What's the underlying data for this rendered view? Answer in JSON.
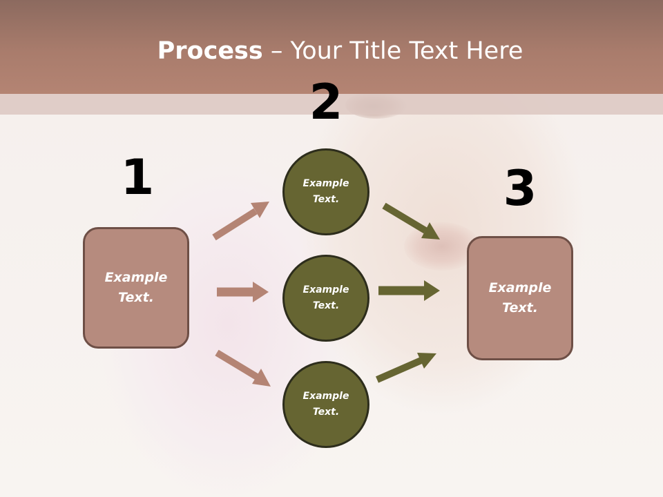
{
  "title": {
    "bold": "Process",
    "rest": " – Your Title Text Here"
  },
  "steps": {
    "one": {
      "number": "1",
      "label": "Example Text."
    },
    "two": {
      "number": "2",
      "labels": [
        "Example Text.",
        "Example Text.",
        "Example Text."
      ]
    },
    "three": {
      "number": "3",
      "label": "Example Text."
    }
  },
  "colors": {
    "header": "#a97c6c",
    "box_fill": "#b68b7e",
    "circle_fill": "#666532",
    "arrow_pink": "#b48474",
    "arrow_olive": "#666532"
  }
}
